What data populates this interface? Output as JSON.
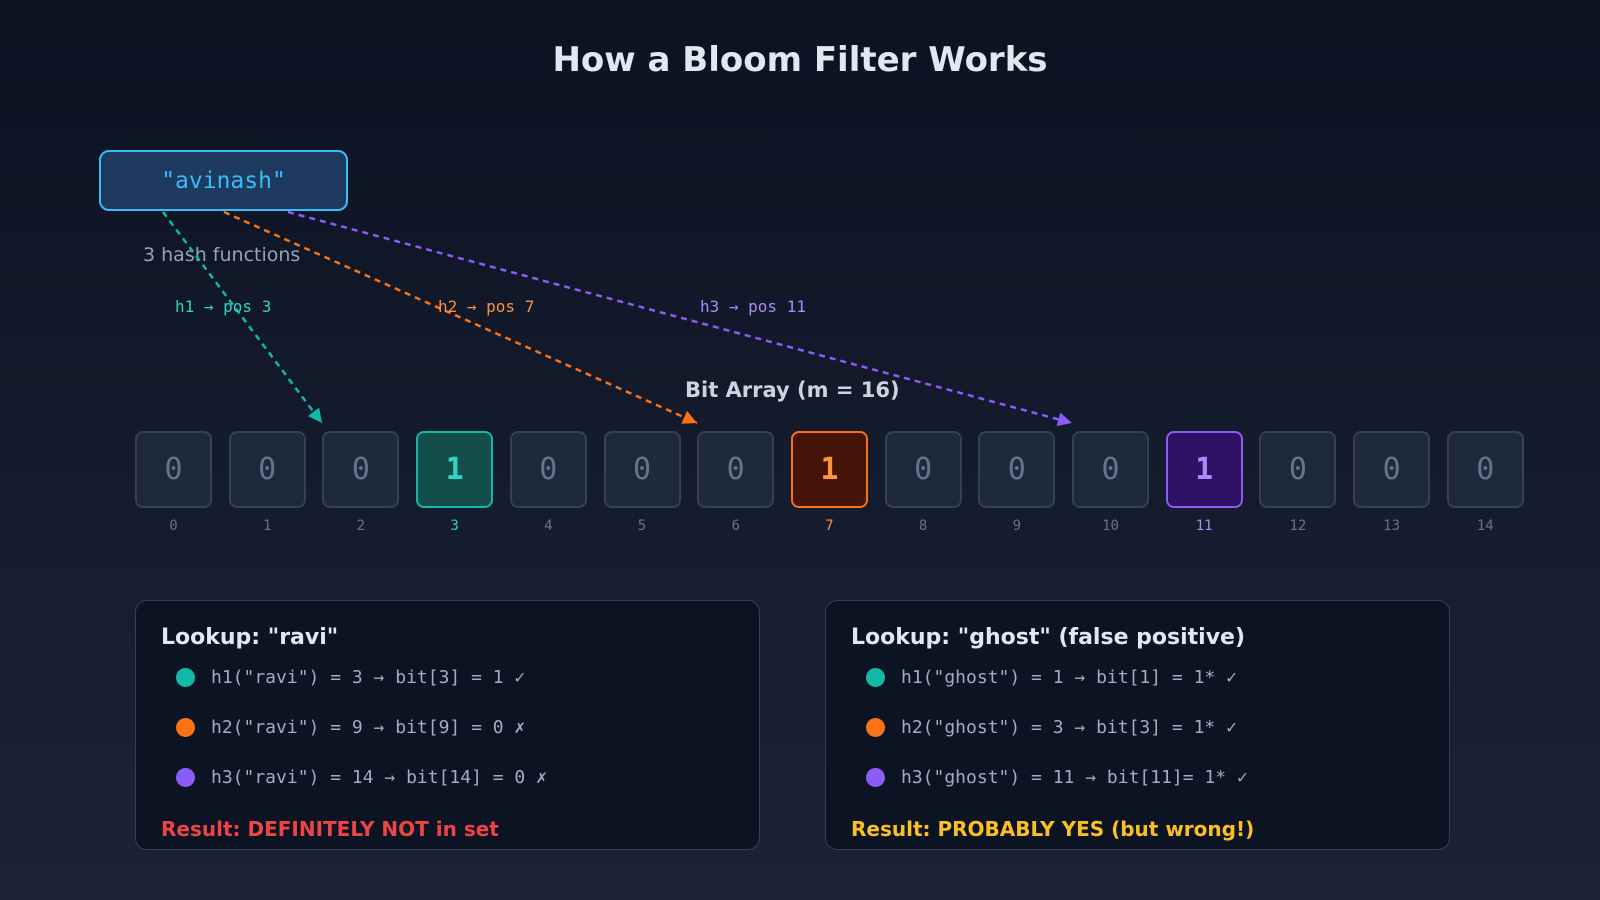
{
  "title": "How a Bloom Filter Works",
  "input": {
    "value": "\"avinash\""
  },
  "hash_count_label": "3 hash functions",
  "hashes": [
    {
      "label": "h1 → pos 3",
      "position": 3,
      "color": "#14b8a6",
      "fill": "#134e4a",
      "text": "#2dd4bf"
    },
    {
      "label": "h2 → pos 7",
      "position": 7,
      "color": "#f97316",
      "fill": "#431407",
      "text": "#fb923c"
    },
    {
      "label": "h3 → pos 11",
      "position": 11,
      "color": "#8b5cf6",
      "fill": "#2e1065",
      "text": "#a78bfa"
    }
  ],
  "bit_array": {
    "title": "Bit Array (m = 16)",
    "bits": [
      "0",
      "0",
      "0",
      "1",
      "0",
      "0",
      "0",
      "1",
      "0",
      "0",
      "0",
      "1",
      "0",
      "0",
      "0"
    ],
    "indices": [
      "0",
      "1",
      "2",
      "3",
      "4",
      "5",
      "6",
      "7",
      "8",
      "9",
      "10",
      "11",
      "12",
      "13",
      "14"
    ]
  },
  "lookups": [
    {
      "title": "Lookup: \"ravi\"",
      "steps": [
        "h1(\"ravi\") = 3 → bit[3] = 1 ✓",
        "h2(\"ravi\") = 9 → bit[9] = 0 ✗",
        "h3(\"ravi\") = 14 → bit[14] = 0 ✗"
      ],
      "result": "Result: DEFINITELY NOT in set",
      "result_color": "#ef4444"
    },
    {
      "title": "Lookup: \"ghost\" (false positive)",
      "steps": [
        "h1(\"ghost\") = 1 → bit[1] = 1* ✓",
        "h2(\"ghost\") = 3 → bit[3] = 1* ✓",
        "h3(\"ghost\") = 11 → bit[11]= 1* ✓"
      ],
      "result": "Result: PROBABLY YES (but wrong!)",
      "result_color": "#fbbf24"
    }
  ]
}
